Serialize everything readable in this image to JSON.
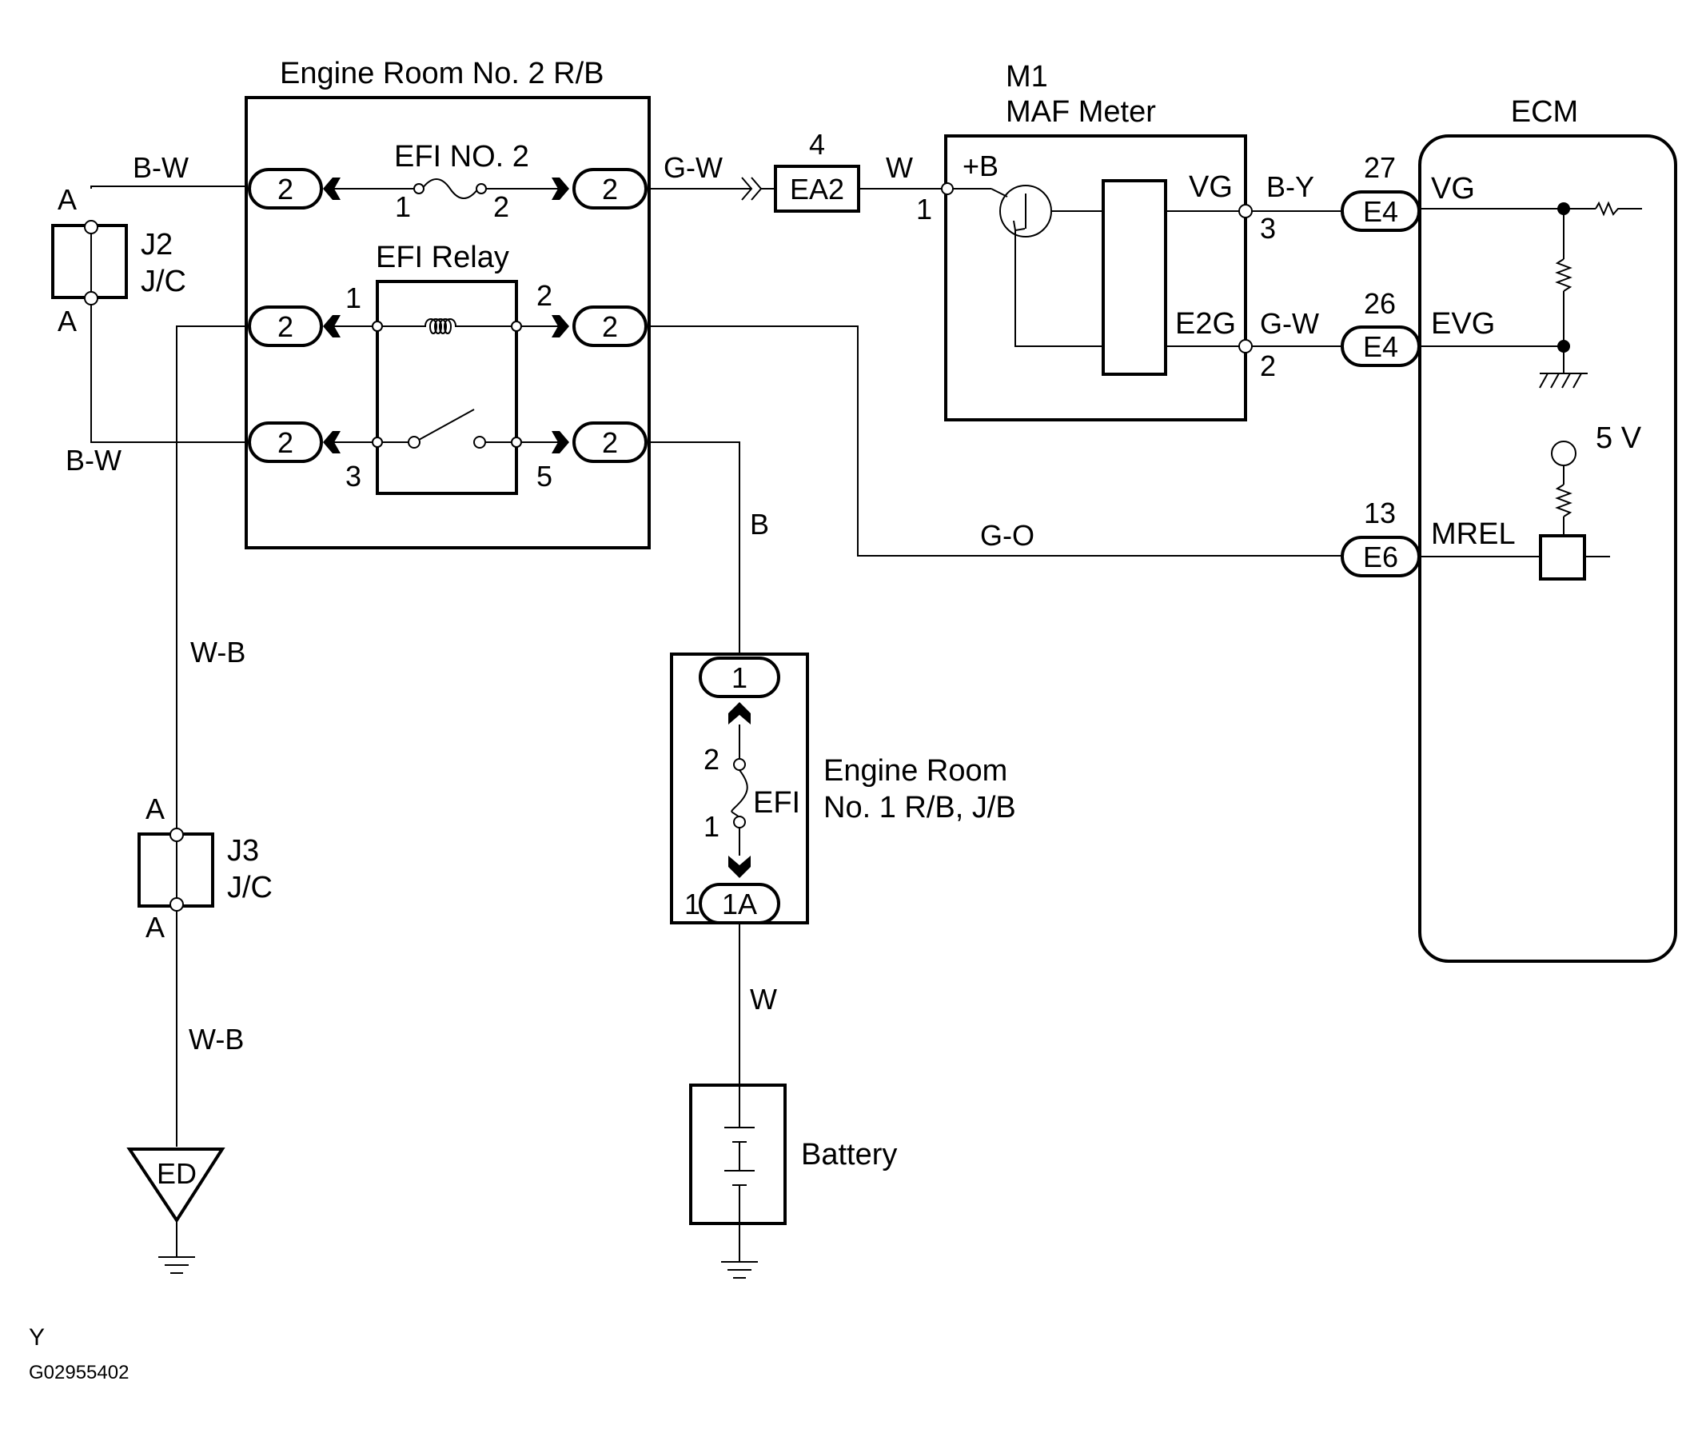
{
  "components": {
    "r_b2": "Engine Room No. 2 R/B",
    "efi_no2": "EFI NO. 2",
    "efi_relay": "EFI Relay",
    "m1_id": "M1",
    "m1_name": "MAF Meter",
    "ecm": "ECM",
    "j2_id": "J2",
    "j2_type": "J/C",
    "j3_id": "J3",
    "j3_type": "J/C",
    "r_b1_line1": "Engine Room",
    "r_b1_line2": "No. 1 R/B, J/B",
    "efi": "EFI",
    "battery": "Battery",
    "ground_ed": "ED",
    "ea2": "EA2",
    "e4_a": "E4",
    "e4_b": "E4",
    "e6": "E6"
  },
  "connectors": {
    "rb2_pins": [
      "2",
      "2",
      "2",
      "2",
      "2",
      "2"
    ],
    "rb1_top": "1",
    "rb1_bottom": "1A",
    "rb1_bottom_prefix": "1"
  },
  "wires": {
    "bw_top": "B-W",
    "bw_bottom": "B-W",
    "gw_1": "G-W",
    "w_1": "W",
    "by": "B-Y",
    "gw_2": "G-W",
    "go": "G-O",
    "b": "B",
    "wb_top": "W-B",
    "wb_bottom": "W-B",
    "w_2": "W"
  },
  "pins": {
    "efi2_left": "1",
    "efi2_right": "2",
    "relay_1": "1",
    "relay_2": "2",
    "relay_3": "3",
    "relay_5": "5",
    "ea2_no": "4",
    "maf_plus_b_pin": "1",
    "maf_vg_pin": "3",
    "maf_e2g_pin": "2",
    "ecm_vg_no": "27",
    "ecm_evg_no": "26",
    "ecm_mrel_no": "13",
    "efi_top": "2",
    "efi_bottom": "1",
    "j2_a_top": "A",
    "j2_a_bottom": "A",
    "j3_a_top": "A",
    "j3_a_bottom": "A"
  },
  "terminals": {
    "plus_b": "+B",
    "vg_maf": "VG",
    "e2g": "E2G",
    "vg_ecm": "VG",
    "evg": "EVG",
    "mrel": "MREL",
    "five_v": "5 V"
  },
  "footer": {
    "code": "Y",
    "figure_id": "G02955402"
  }
}
